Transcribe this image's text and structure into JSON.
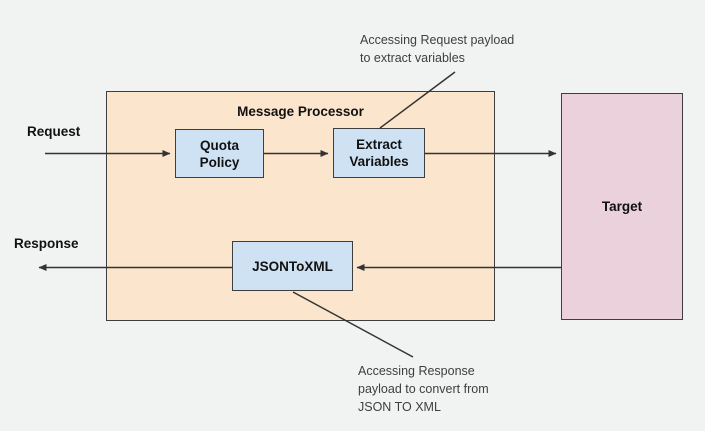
{
  "diagram": {
    "title": "Message Processor",
    "nodes": {
      "quota": {
        "label": "Quota\nPolicy"
      },
      "extract": {
        "label": "Extract\nVariables"
      },
      "jsontoxml": {
        "label": "JSONToXML"
      },
      "target": {
        "label": "Target"
      }
    },
    "flow_labels": {
      "request": "Request",
      "response": "Response"
    },
    "annotations": {
      "request_note": "Accessing Request payload\nto extract variables",
      "response_note": "Accessing Response\npayload to convert from\nJSON TO XML"
    },
    "colors": {
      "background": "#F1F2F2",
      "processor_fill": "#FCE5CD",
      "node_fill": "#CFE2F3",
      "target_fill": "#EAD1DC",
      "border": "#3E3E3E",
      "line": "#333333",
      "text": "#111111",
      "annotation_text": "#3F3F3F"
    }
  }
}
